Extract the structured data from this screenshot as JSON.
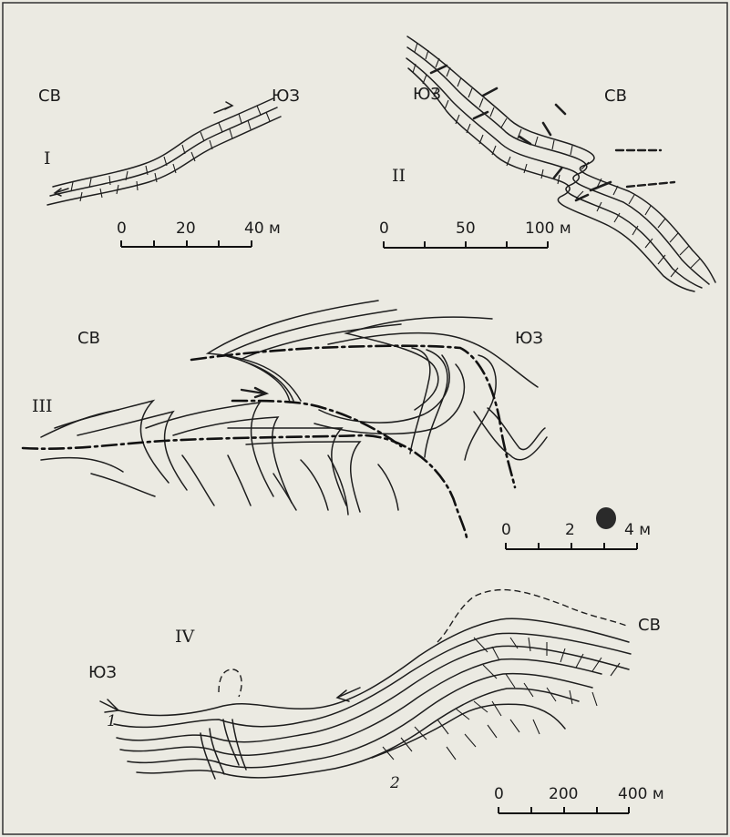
{
  "panels": [
    {
      "numeral": "I",
      "left_dir": "СВ",
      "right_dir": "ЮЗ",
      "scale": {
        "ticks": [
          "0",
          "20",
          "40 м"
        ]
      }
    },
    {
      "numeral": "II",
      "left_dir": "ЮЗ",
      "right_dir": "СВ",
      "scale": {
        "ticks": [
          "0",
          "50",
          "100 м"
        ]
      }
    },
    {
      "numeral": "III",
      "left_dir": "СВ",
      "right_dir": "ЮЗ",
      "scale": {
        "ticks": [
          "0",
          "2",
          "4 м"
        ]
      }
    },
    {
      "numeral": "IV",
      "left_dir": "ЮЗ",
      "right_dir": "СВ",
      "scale": {
        "ticks": [
          "0",
          "200",
          "400 м"
        ]
      },
      "annotations": [
        "1",
        "2"
      ]
    }
  ],
  "colors": {
    "background": "#ebeae2",
    "ink": "#1e1e1e"
  }
}
